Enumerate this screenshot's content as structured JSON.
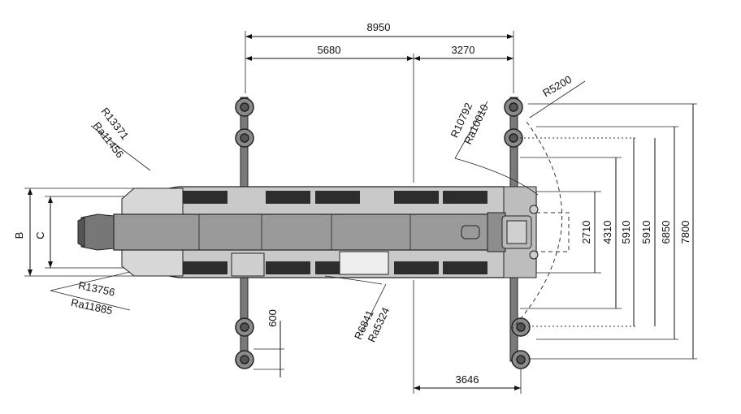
{
  "dimensions": {
    "overall_length": "8950",
    "front_section": "5680",
    "rear_section": "3270",
    "width_2710": "2710",
    "width_4310": "4310",
    "width_5910_a": "5910",
    "width_5910_b": "5910",
    "width_6850": "6850",
    "width_7800": "7800",
    "outrigger_pad": "600",
    "rear_offset": "3646",
    "label_b": "B",
    "label_c": "C"
  },
  "radii": {
    "r_front_top": "R13371",
    "ra_front_top": "Ra11456",
    "r_front_bottom": "R13756",
    "ra_front_bottom": "Ra11885",
    "r_mid": "R6841",
    "ra_mid": "Ra5324",
    "r_rear": "R10792",
    "ra_rear": "Ra10010",
    "r_tail": "R5200"
  }
}
